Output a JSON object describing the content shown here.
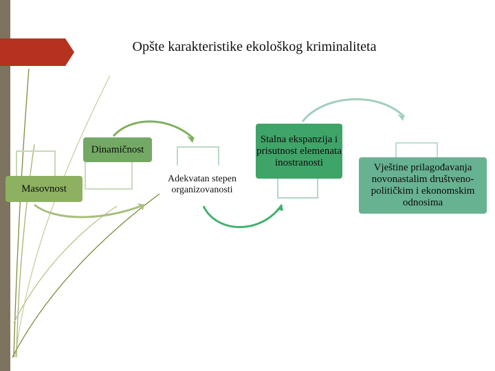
{
  "slide": {
    "title": "Opšte karakteristike ekološkog kriminaliteta",
    "accent_colors": {
      "side_bar": "#7d735f",
      "title_tab": "#b5321e",
      "box_1": "#8db160",
      "box_2": "#73a964",
      "box_4": "#3fa468",
      "box_5": "#67b291"
    }
  },
  "diagram": {
    "steps": [
      {
        "label": "Masovnost"
      },
      {
        "label": "Dinamičnost"
      },
      {
        "label": "Adekvatan stepen organizovanosti"
      },
      {
        "label": "Stalna ekspanzija i prisutnost elemenata inostranosti"
      },
      {
        "label": "Vještine prilagođavanja novonastalim društveno-političkim i ekonomskim odnosima"
      }
    ]
  }
}
